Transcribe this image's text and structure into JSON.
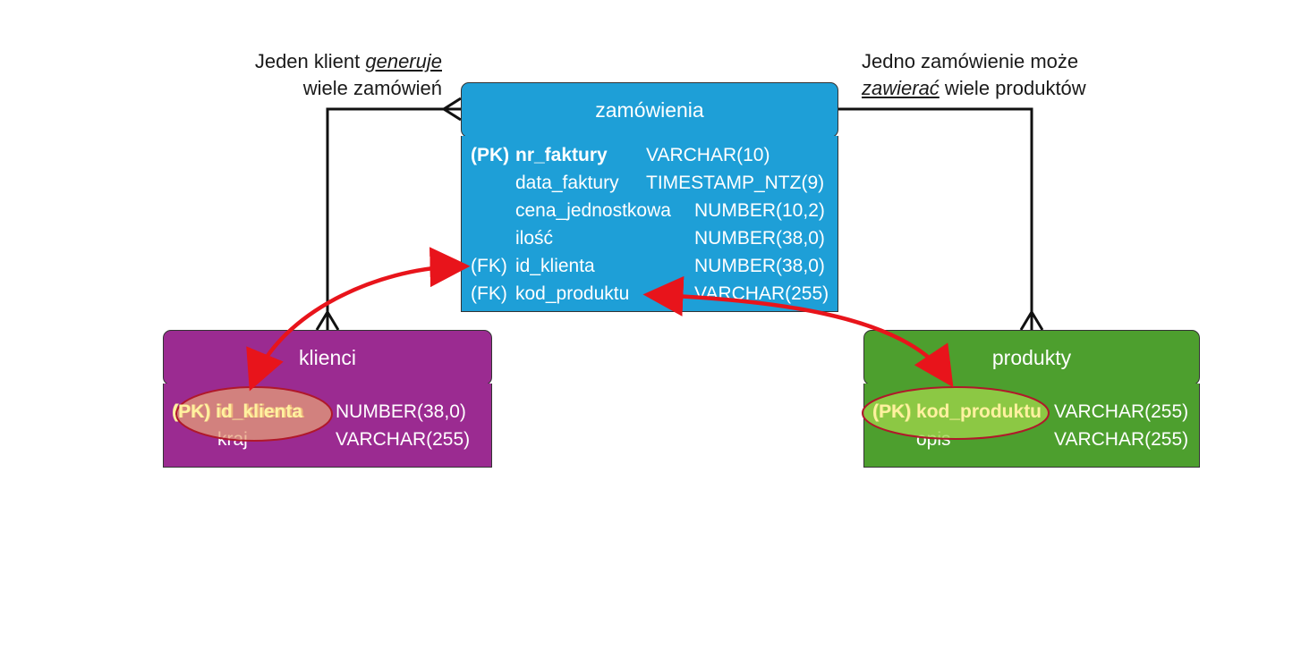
{
  "annotations": {
    "left": {
      "line1_prefix": "Jeden klient ",
      "line1_em": "generuje",
      "line2": "wiele zamówień"
    },
    "right": {
      "line1": "Jedno zamówienie może",
      "line2_em": "zawierać",
      "line2_suffix": " wiele produktów"
    }
  },
  "entities": {
    "orders": {
      "title": "zamówienia",
      "color": "#1e9fd7",
      "rows": [
        {
          "tag": "(PK)",
          "name": "nr_faktury",
          "type": "VARCHAR(10)"
        },
        {
          "tag": "",
          "name": "data_faktury",
          "type": "TIMESTAMP_NTZ(9)"
        },
        {
          "tag": "",
          "name": "cena_jednostkowa",
          "type": "NUMBER(10,2)"
        },
        {
          "tag": "",
          "name": "ilość",
          "type": "NUMBER(38,0)"
        },
        {
          "tag": "(FK)",
          "name": "id_klienta",
          "type": "NUMBER(38,0)"
        },
        {
          "tag": "(FK)",
          "name": "kod_produktu",
          "type": "VARCHAR(255)"
        }
      ]
    },
    "clients": {
      "title": "klienci",
      "color": "#9b2b91",
      "rows": [
        {
          "tag": "(PK)",
          "name": "id_klienta",
          "type": "NUMBER(38,0)"
        },
        {
          "tag": "",
          "name": "kraj",
          "type": "VARCHAR(255)"
        }
      ]
    },
    "products": {
      "title": "produkty",
      "color": "#4d9f2e",
      "rows": [
        {
          "tag": "(PK)",
          "name": "kod_produktu",
          "type": "VARCHAR(255)"
        },
        {
          "tag": "",
          "name": "opis",
          "type": "VARCHAR(255)"
        }
      ]
    }
  },
  "relationships": [
    {
      "from": "clients",
      "to": "orders",
      "cardinality": "one-to-many"
    },
    {
      "from": "orders",
      "to": "products",
      "cardinality": "many-to-many"
    }
  ],
  "highlight_colors": {
    "arrow": "#e8141b",
    "clients_pk": "#e8a277",
    "products_pk": "#9ed34a"
  }
}
